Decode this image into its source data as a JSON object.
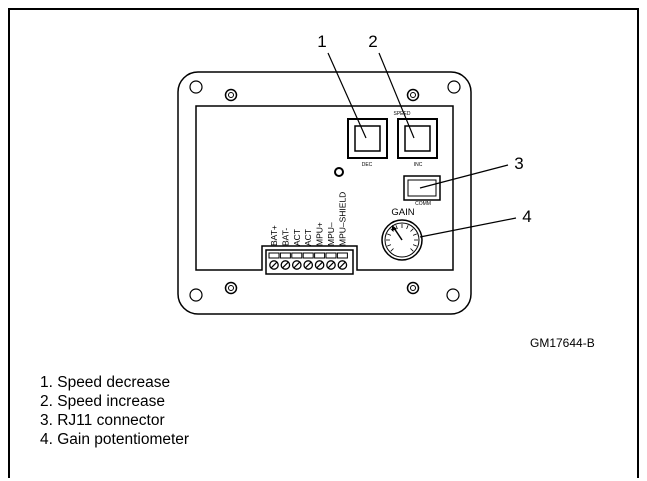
{
  "figure": {
    "figure_id": "GM17644-B",
    "callouts": [
      "1",
      "2",
      "3",
      "4"
    ],
    "panel_labels": {
      "speed": "SPEED",
      "dec": "DEC",
      "inc": "INC",
      "comm": "COMM",
      "gain": "GAIN"
    },
    "terminals": [
      "BAT+",
      "BAT-",
      "ACT",
      "ACT",
      "MPU+",
      "MPU–",
      "MPU–SHIELD"
    ]
  },
  "legend": [
    "1. Speed decrease",
    "2. Speed increase",
    "3. RJ11 connector",
    "4. Gain potentiometer"
  ]
}
